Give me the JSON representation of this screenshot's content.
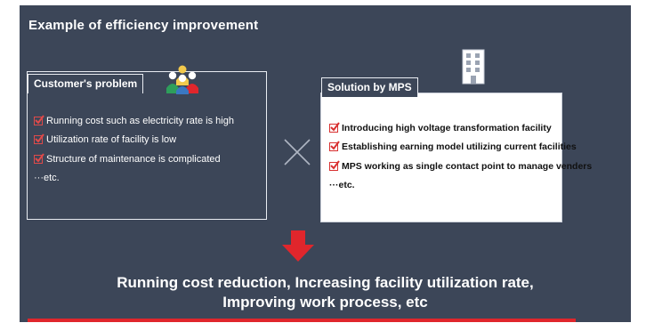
{
  "title": "Example of efficiency improvement",
  "customer": {
    "label": "Customer's problem",
    "items": [
      "Running cost such as electricity rate is high",
      "Utilization rate of facility is low",
      "Structure of maintenance is complicated"
    ],
    "etc": "···etc."
  },
  "solution": {
    "label": "Solution by MPS",
    "items": [
      "Introducing high voltage transformation facility",
      "Establishing earning model utilizing current facilities",
      "MPS working as single contact point to manage venders"
    ],
    "etc": "···etc."
  },
  "result": {
    "line1": "Running cost reduction, Increasing facility utilization rate,",
    "line2": "Improving work process, etc"
  },
  "colors": {
    "panel": "#3c4658",
    "accent_red": "#e0262c",
    "text_light": "#ffffff"
  },
  "icons": {
    "people": "people-group-icon",
    "building": "office-building-icon",
    "cross": "multiply-cross-icon",
    "arrow": "arrow-down-icon",
    "check": "checkbox-checked-icon"
  }
}
